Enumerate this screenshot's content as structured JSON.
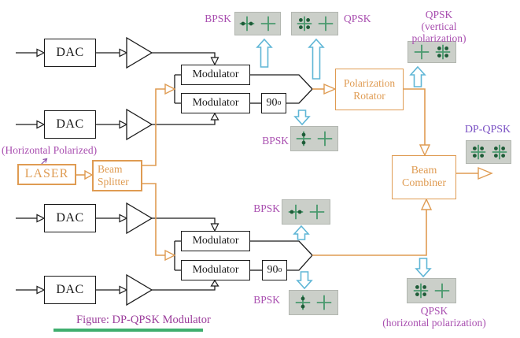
{
  "colors": {
    "wire_black": "#1a1a1a",
    "optical_orange": "#df9b52",
    "laser_text": "#efc9a0",
    "label_purple": "#a94fb0",
    "dp_qpsk_purple": "#7b52c4",
    "caption_purple": "#9b3c9b",
    "flow_arrow_blue": "#5fb6d6",
    "underline_green": "#3fae6e",
    "constellation_bg": "#cbcfc9",
    "constellation_cross": "#4a9a6e",
    "constellation_dot": "#1e5c38"
  },
  "blocks": {
    "dac": "DAC",
    "modulator": "Modulator",
    "phase_shift_base": "90",
    "phase_shift_sup": "o",
    "laser": "LASER",
    "beam_splitter_line1": "Beam",
    "beam_splitter_line2": "Splitter",
    "polarization_rotator_line1": "Polarization",
    "polarization_rotator_line2": "Rotator",
    "beam_combiner_line1": "Beam",
    "beam_combiner_line2": "Combiner"
  },
  "labels": {
    "horizontal_polarized": "(Horizontal Polarized)",
    "bpsk": "BPSK",
    "qpsk": "QPSK",
    "vertical_polarization": "(vertical polarization)",
    "horizontal_polarization": "(horizontal polarization)",
    "dp_qpsk": "DP-QPSK",
    "caption": "Figure: DP-QPSK Modulator"
  },
  "constellations": [
    {
      "id": "bpsk-top",
      "cells": [
        "dots-horizontal",
        "empty-cross"
      ]
    },
    {
      "id": "qpsk-top",
      "cells": [
        "dots-quad",
        "empty-cross"
      ]
    },
    {
      "id": "qpsk-vertical-pol",
      "cells": [
        "empty-cross",
        "dots-quad"
      ]
    },
    {
      "id": "bpsk-after-90-top",
      "cells": [
        "dots-vertical",
        "empty-cross"
      ]
    },
    {
      "id": "bpsk-bottom-upper",
      "cells": [
        "dots-horizontal",
        "empty-cross"
      ]
    },
    {
      "id": "bpsk-after-90-bottom",
      "cells": [
        "dots-vertical",
        "empty-cross"
      ]
    },
    {
      "id": "qpsk-horizontal-pol",
      "cells": [
        "dots-quad",
        "empty-cross"
      ]
    },
    {
      "id": "dp-qpsk-output",
      "cells": [
        "dots-quad",
        "dots-quad"
      ]
    }
  ]
}
